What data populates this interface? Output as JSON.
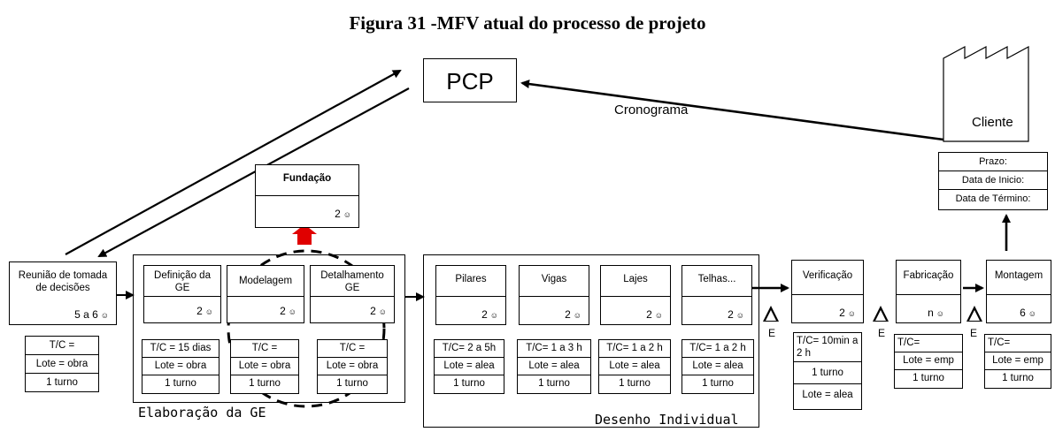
{
  "title": "Figura 31 -MFV atual do processo de projeto",
  "pcp": "PCP",
  "cronograma": "Cronograma",
  "cliente": {
    "label": "Cliente",
    "info": [
      "Prazo:",
      "Data de Inicio:",
      "Data de Término:"
    ]
  },
  "fundacao": {
    "name": "Fundação",
    "value": "2"
  },
  "reuniao": {
    "name": "Reunião de tomada de decisões",
    "value": "5 a 6",
    "data": [
      "T/C =",
      "Lote = obra",
      "1 turno"
    ]
  },
  "elaboracao": {
    "label": "Elaboração da GE",
    "processes": [
      {
        "name": "Definição da GE",
        "value": "2",
        "data": [
          "T/C = 15 dias",
          "Lote = obra",
          "1 turno"
        ]
      },
      {
        "name": "Modelagem",
        "value": "2",
        "data": [
          "T/C =",
          "Lote = obra",
          "1 turno"
        ]
      },
      {
        "name": "Detalhamento GE",
        "value": "2",
        "data": [
          "T/C =",
          "Lote = obra",
          "1 turno"
        ]
      }
    ]
  },
  "desenho": {
    "label": "Desenho Individual",
    "processes": [
      {
        "name": "Pilares",
        "value": "2",
        "data": [
          "T/C= 2 a 5h",
          "Lote = alea",
          "1 turno"
        ]
      },
      {
        "name": "Vigas",
        "value": "2",
        "data": [
          "T/C= 1 a 3 h",
          "Lote = alea",
          "1 turno"
        ]
      },
      {
        "name": "Lajes",
        "value": "2",
        "data": [
          "T/C= 1 a 2 h",
          "Lote = alea",
          "1 turno"
        ]
      },
      {
        "name": "Telhas...",
        "value": "2",
        "data": [
          "T/C= 1 a 2 h",
          "Lote = alea",
          "1 turno"
        ]
      }
    ]
  },
  "verificacao": {
    "name": "Verificação",
    "value": "2",
    "data": [
      "T/C= 10min a 2 h",
      "1 turno",
      "Lote = alea"
    ]
  },
  "fabricacao": {
    "name": "Fabricação",
    "value": "n",
    "data": [
      "T/C=",
      "Lote = emp",
      "1 turno"
    ]
  },
  "montagem": {
    "name": "Montagem",
    "value": "6",
    "data": [
      "T/C=",
      "Lote = emp",
      "1 turno"
    ]
  },
  "inventory_label": "E"
}
